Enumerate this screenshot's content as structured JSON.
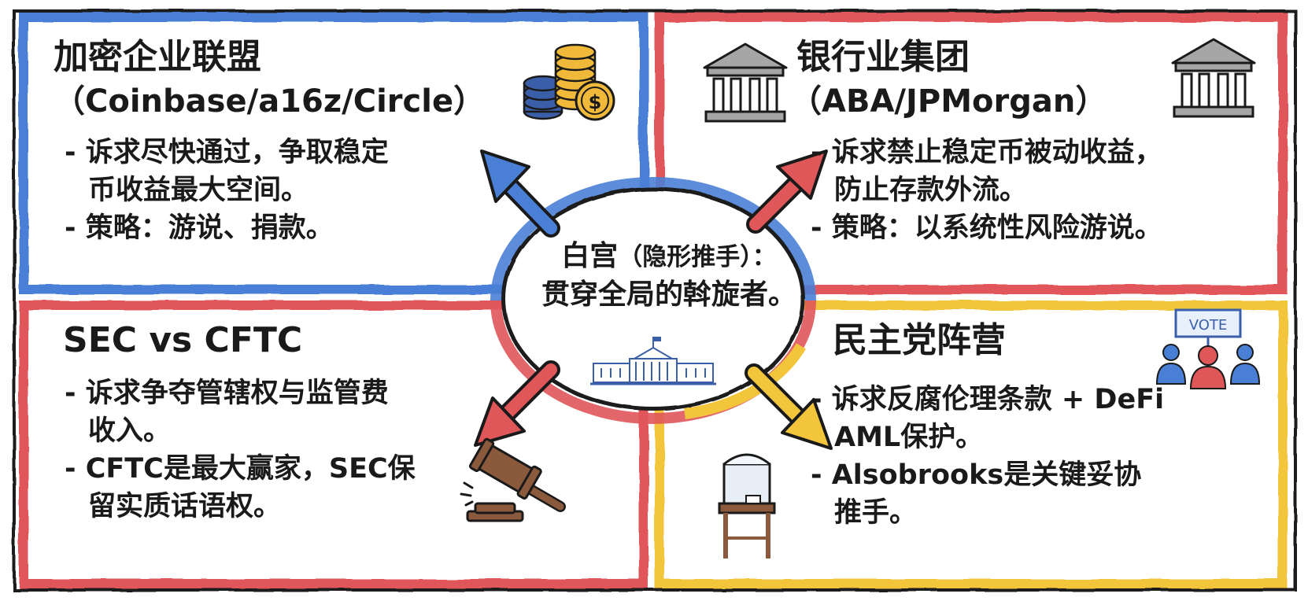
{
  "colors": {
    "blue": "#4a7fd6",
    "red": "#e0575a",
    "yellow": "#f2c53a",
    "ink": "#1a1a1a",
    "coin_gold": "#f0b93a",
    "coin_blue": "#3a5fa8",
    "building_gray": "#a6a6a6",
    "gavel_brown": "#8b5a3c"
  },
  "top_left": {
    "title": "加密企业联盟",
    "subtitle": "（Coinbase/a16z/Circle）",
    "bullets": [
      [
        "- 诉求尽快通过，争取稳定",
        "币收益最大空间。"
      ],
      [
        "- 策略：游说、捐款。"
      ]
    ],
    "icon": "coin-stack-dollar-icon"
  },
  "top_right": {
    "title": "银行业集团",
    "subtitle": "（ABA/JPMorgan）",
    "bullets": [
      [
        "- 诉求禁止稳定币被动收益，",
        "防止存款外流。"
      ],
      [
        "- 策略：以系统性风险游说。"
      ]
    ],
    "icon": "bank-building-icon"
  },
  "bottom_left": {
    "title": "SEC vs CFTC",
    "bullets": [
      [
        "- 诉求争夺管辖权与监管费",
        "收入。"
      ],
      [
        "- CFTC是最大赢家，SEC保",
        "留实质话语权。"
      ]
    ],
    "icon": "gavel-icon"
  },
  "bottom_right": {
    "title": "民主党阵营",
    "bullets": [
      [
        "- 诉求反腐伦理条款 + DeFi",
        "AML保护。"
      ],
      [
        "- Alsobrooks是关键妥协",
        "推手。"
      ]
    ],
    "icon": "vote-crowd-icon",
    "vote_sign": "VOTE",
    "extra_icon": "ballot-box-icon"
  },
  "center": {
    "title": "白宫",
    "paren": "（隐形推手）：",
    "line2": "贯穿全局的斡旋者。",
    "icon": "white-house-icon"
  }
}
